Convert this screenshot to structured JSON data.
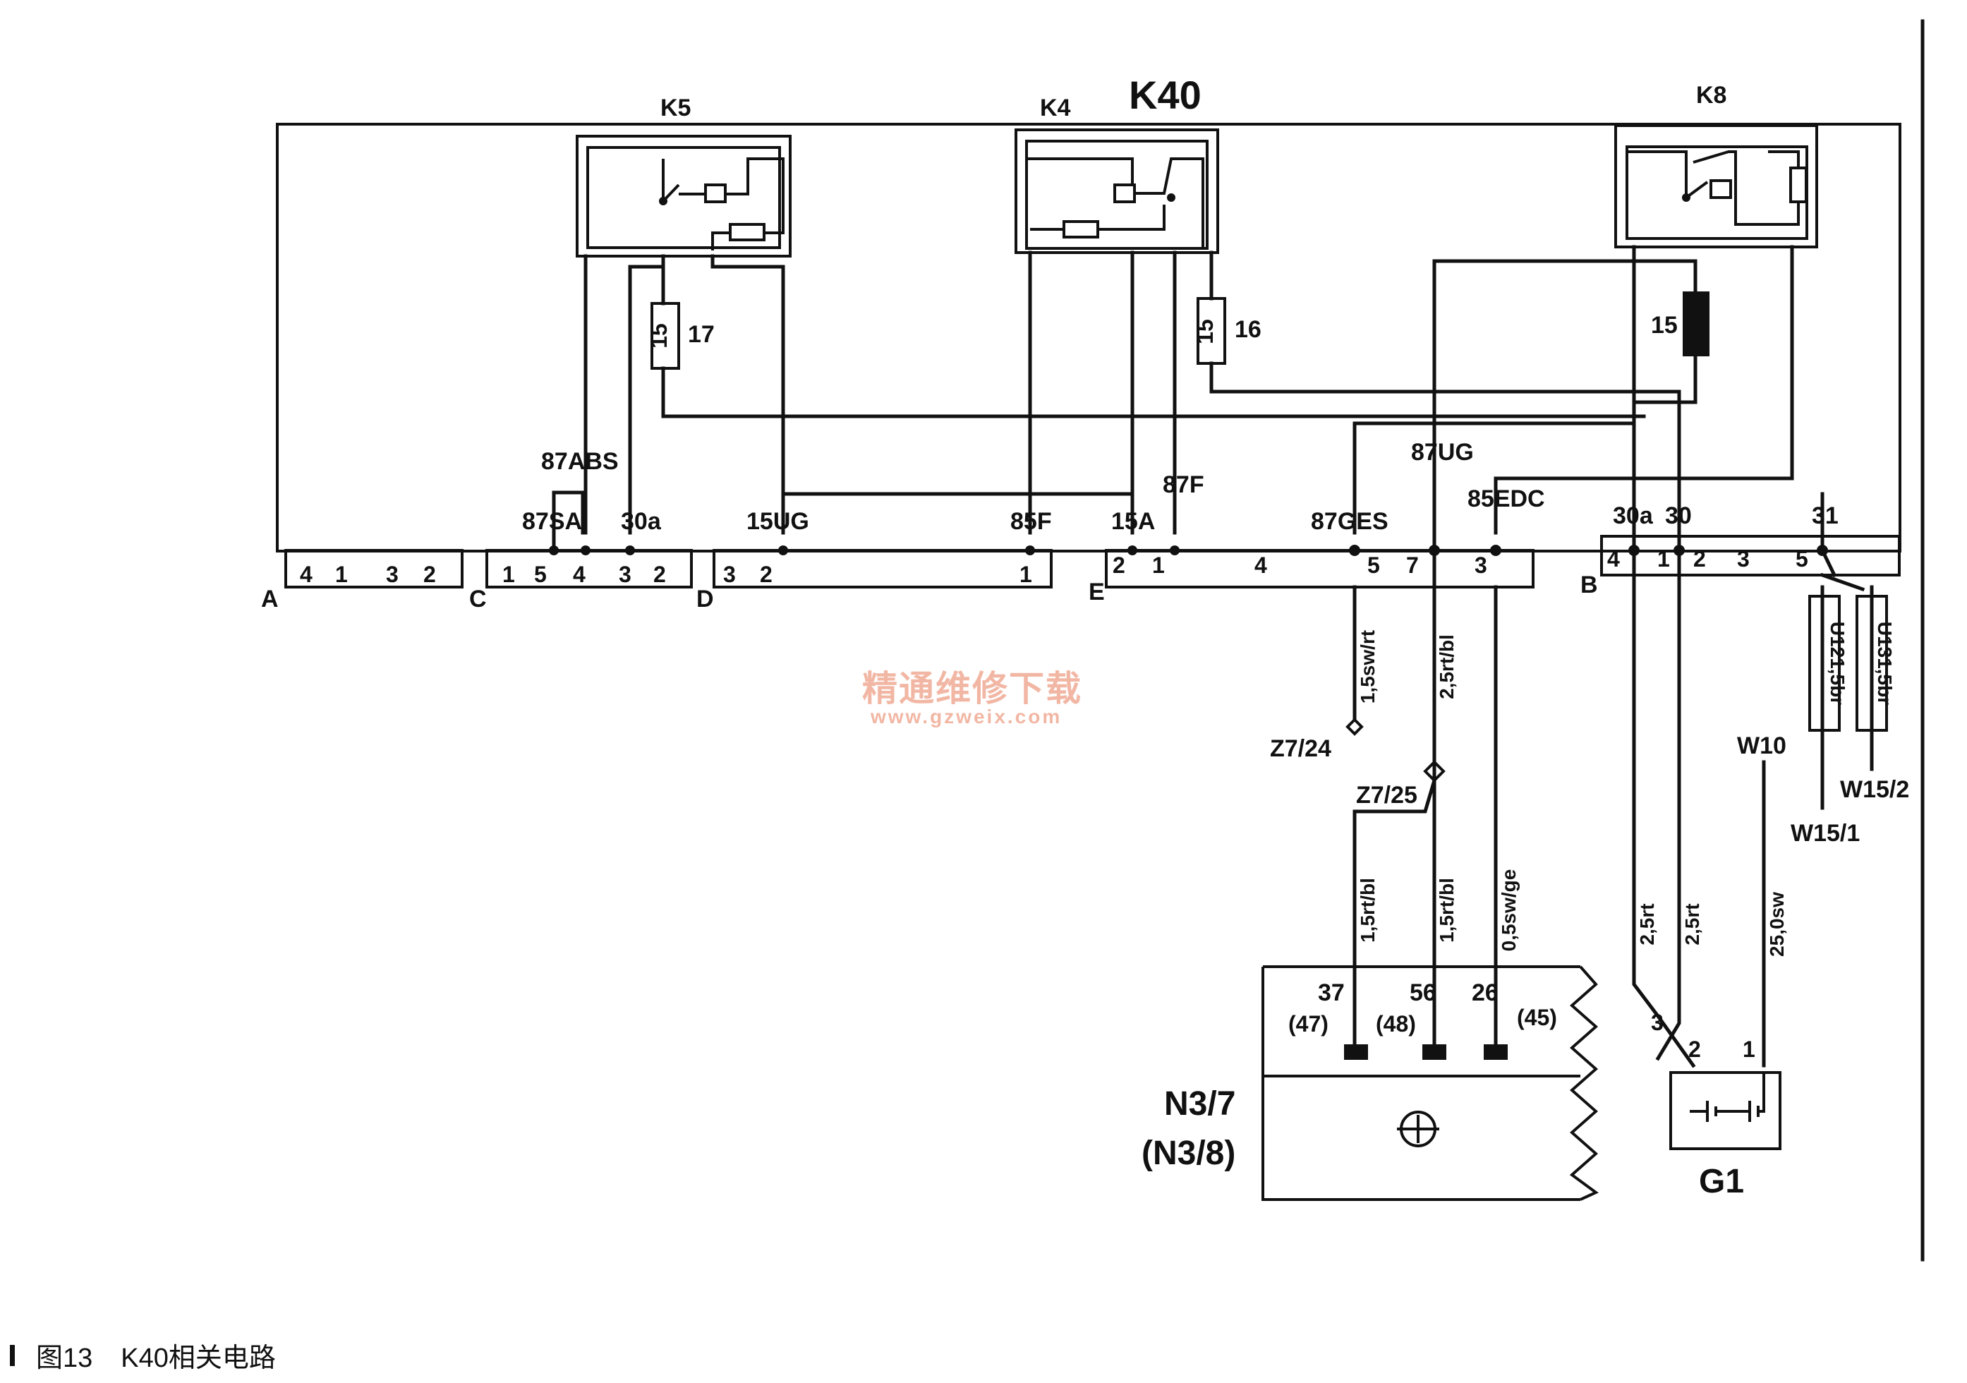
{
  "title": "K40",
  "relays": {
    "k5": "K5",
    "k4": "K4",
    "k8": "K8"
  },
  "fuses": {
    "f17": {
      "rating": "15",
      "num": "17"
    },
    "f16": {
      "rating": "15",
      "num": "16"
    },
    "f15": {
      "num": "15"
    }
  },
  "terminals": {
    "t87abs": "87ABS",
    "t87sa": "87SA",
    "t30a_left": "30a",
    "t15ug": "15UG",
    "t85f": "85F",
    "t15a": "15A",
    "t87f": "87F",
    "t87ges": "87GES",
    "t87ug": "87UG",
    "t85edc": "85EDC",
    "t30a_right": "30a",
    "t30": "30",
    "t31": "31"
  },
  "connectors": {
    "A": {
      "label": "A",
      "pins": [
        "4",
        "1",
        "3",
        "2"
      ]
    },
    "C": {
      "label": "C",
      "pins": [
        "1",
        "5",
        "4",
        "3",
        "2"
      ]
    },
    "D": {
      "label": "D",
      "pins": [
        "3",
        "2",
        "1"
      ]
    },
    "E": {
      "label": "E",
      "pins": [
        "2",
        "1",
        "4",
        "5",
        "7",
        "3"
      ]
    },
    "B": {
      "label": "B",
      "pins": [
        "4",
        "1",
        "2",
        "3",
        "5"
      ]
    }
  },
  "wires": {
    "w15swrt": "1,5sw/rt",
    "w25rtbl_a": "2,5rt/bl",
    "w15rtbl_a": "1,5rt/bl",
    "w15rtbl_b": "1,5rt/bl",
    "w05swge": "0,5sw/ge",
    "w25rt_a": "2,5rt",
    "w25rt_b": "2,5rt",
    "w25sw": "25,0sw",
    "u121": "U121,5br",
    "u131": "U131,5br"
  },
  "nodes": {
    "z724": "Z7/24",
    "z725": "Z7/25",
    "w10": "W10",
    "w151": "W15/1",
    "w152": "W15/2"
  },
  "ecu": {
    "name": "N3/7",
    "alt": "(N3/8)",
    "pins": [
      {
        "num": "37",
        "alt": "(47)"
      },
      {
        "num": "56",
        "alt": "(48)"
      },
      {
        "num": "26",
        "alt": "(45)"
      }
    ]
  },
  "battery": {
    "name": "G1",
    "pins": [
      "3",
      "2",
      "1"
    ]
  },
  "watermark": {
    "cn": "精通维修下载",
    "url": "www.gzweix.com"
  },
  "caption": {
    "fig": "图13",
    "text": "K40相关电路"
  }
}
